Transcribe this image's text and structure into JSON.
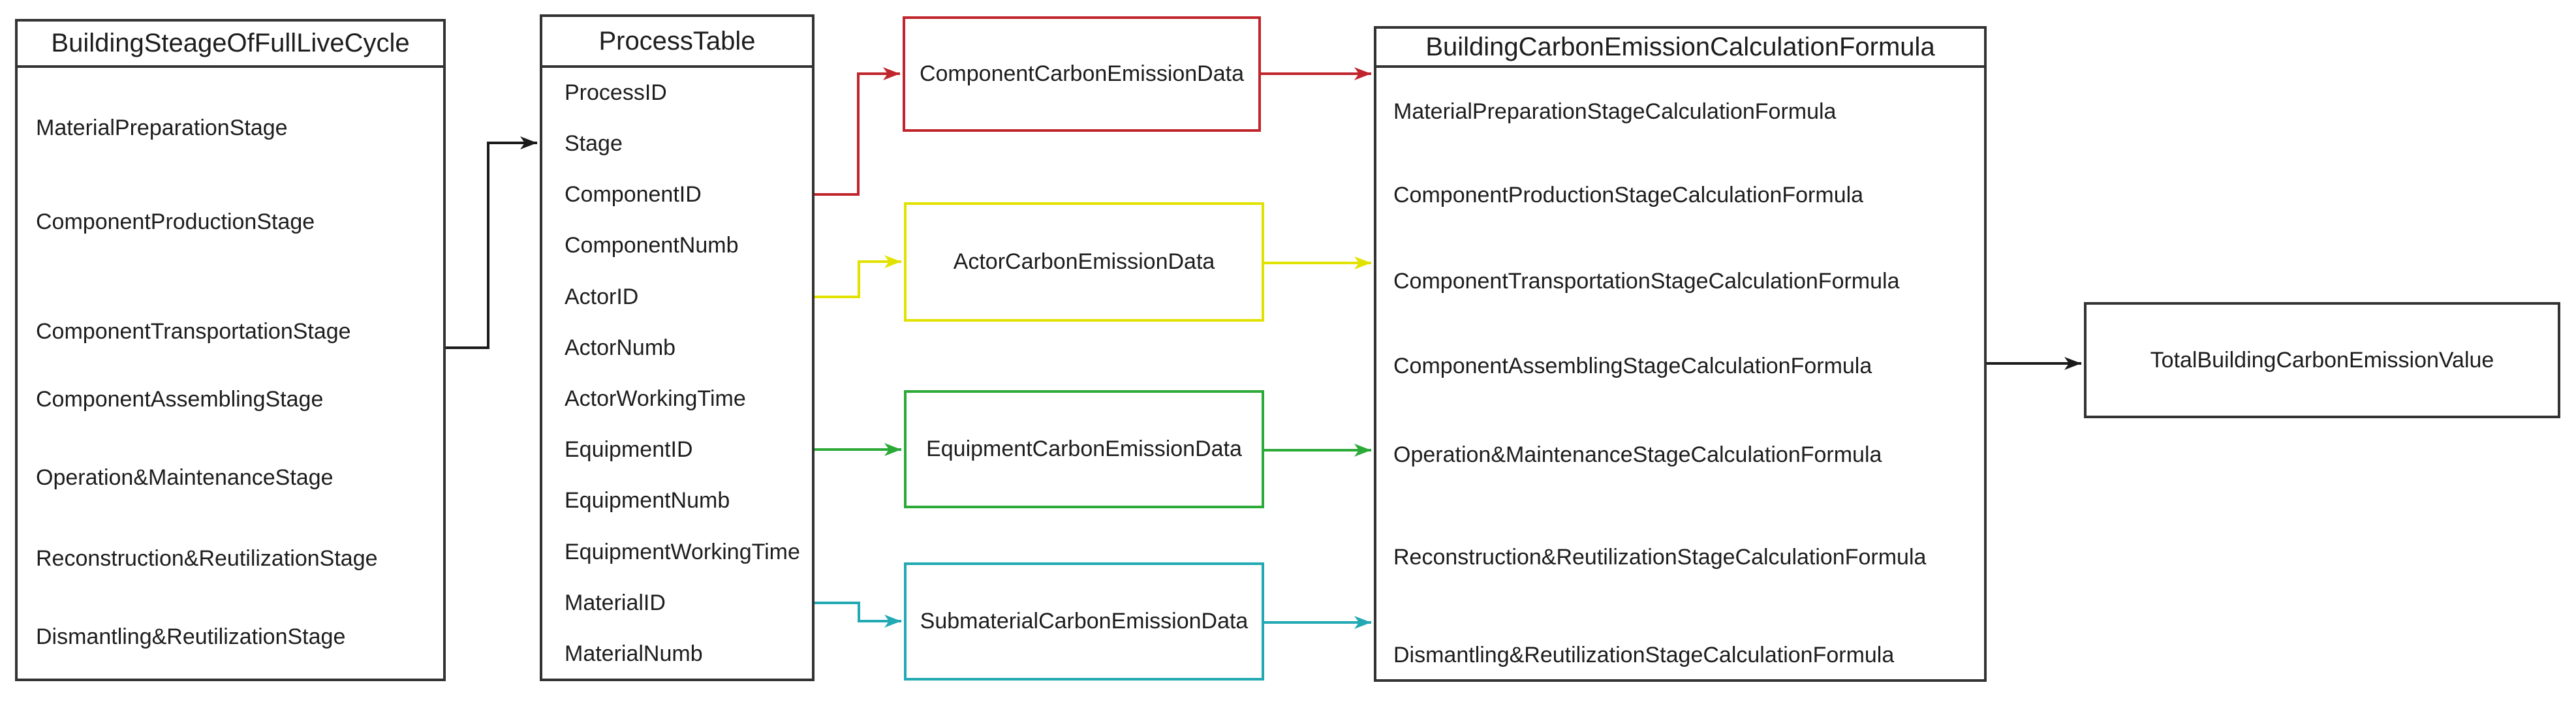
{
  "diagram": {
    "colors": {
      "box_border": "#333333",
      "connector_black": "#1a1a1a",
      "component_red": "#c0252c",
      "actor_yellow": "#e2e200",
      "equipment_green": "#2baa38",
      "submaterial_teal": "#23a9b4",
      "background": "#ffffff",
      "text": "#1d1d1d"
    },
    "stage_list": {
      "title": "BuildingSteageOfFullLiveCycle",
      "items": [
        "MaterialPreparationStage",
        "ComponentProductionStage",
        "ComponentTransportationStage",
        "ComponentAssemblingStage",
        "Operation&MaintenanceStage",
        "Reconstruction&ReutilizationStage",
        "Dismantling&ReutilizationStage"
      ]
    },
    "process_table": {
      "title": "ProcessTable",
      "fields": [
        "ProcessID",
        "Stage",
        "ComponentID",
        "ComponentNumb",
        "ActorID",
        "ActorNumb",
        "ActorWorkingTime",
        "EquipmentID",
        "EquipmentNumb",
        "EquipmentWorkingTime",
        "MaterialID",
        "MaterialNumb"
      ]
    },
    "emission_nodes": {
      "component": "ComponentCarbonEmissionData",
      "actor": "ActorCarbonEmissionData",
      "equipment": "EquipmentCarbonEmissionData",
      "submaterial": "SubmaterialCarbonEmissionData"
    },
    "formula_table": {
      "title": "BuildingCarbonEmissionCalculationFormula",
      "items": [
        "MaterialPreparationStageCalculationFormula",
        "ComponentProductionStageCalculationFormula",
        "ComponentTransportationStageCalculationFormula",
        "ComponentAssemblingStageCalculationFormula",
        "Operation&MaintenanceStageCalculationFormula",
        "Reconstruction&ReutilizationStageCalculationFormula",
        "Dismantling&ReutilizationStageCalculationFormula"
      ]
    },
    "total_node": {
      "label": "TotalBuildingCarbonEmissionValue"
    }
  }
}
